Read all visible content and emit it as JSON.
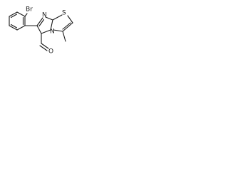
{
  "molecule": {
    "atoms": {
      "bromine": "Br",
      "imidazole_nitrogen": "N",
      "bridgehead_nitrogen": "N",
      "sulfur": "S",
      "aldehyde_oxygen": "O"
    }
  }
}
